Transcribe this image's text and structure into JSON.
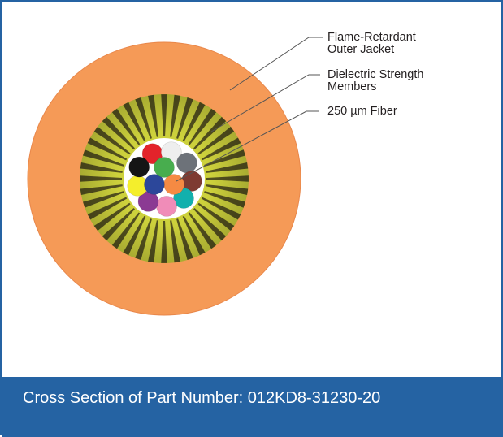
{
  "colors": {
    "frame_border": "#2563a3",
    "caption_background": "#2563a3",
    "caption_text": "#ffffff",
    "jacket": "#f59a57",
    "jacket_edge": "#e9874a",
    "strength_member_light": "#cdd13c",
    "strength_member_dark": "#3d3a1a",
    "core_background": "#ffffff",
    "leader_line": "#555555"
  },
  "callouts": [
    {
      "lines": [
        "Flame-Retardant",
        "Outer Jacket"
      ]
    },
    {
      "lines": [
        "Dielectric Strength",
        "Members"
      ]
    },
    {
      "lines": [
        "250 µm Fiber"
      ]
    }
  ],
  "fibers": [
    {
      "name": "red",
      "color": "#e3232b"
    },
    {
      "name": "white",
      "color": "#eeeeee"
    },
    {
      "name": "slate",
      "color": "#6d7279"
    },
    {
      "name": "brown",
      "color": "#7e3b32"
    },
    {
      "name": "aqua",
      "color": "#12b0ad"
    },
    {
      "name": "rose",
      "color": "#f08cb8"
    },
    {
      "name": "violet",
      "color": "#8b3a93"
    },
    {
      "name": "yellow",
      "color": "#f4ee2c"
    },
    {
      "name": "black",
      "color": "#151515"
    },
    {
      "name": "orange",
      "color": "#f58a43"
    },
    {
      "name": "blue",
      "color": "#2c479a"
    },
    {
      "name": "green",
      "color": "#48ad4e"
    }
  ],
  "caption": {
    "text": "Cross Section of Part Number: 012KD8-31230-20"
  }
}
